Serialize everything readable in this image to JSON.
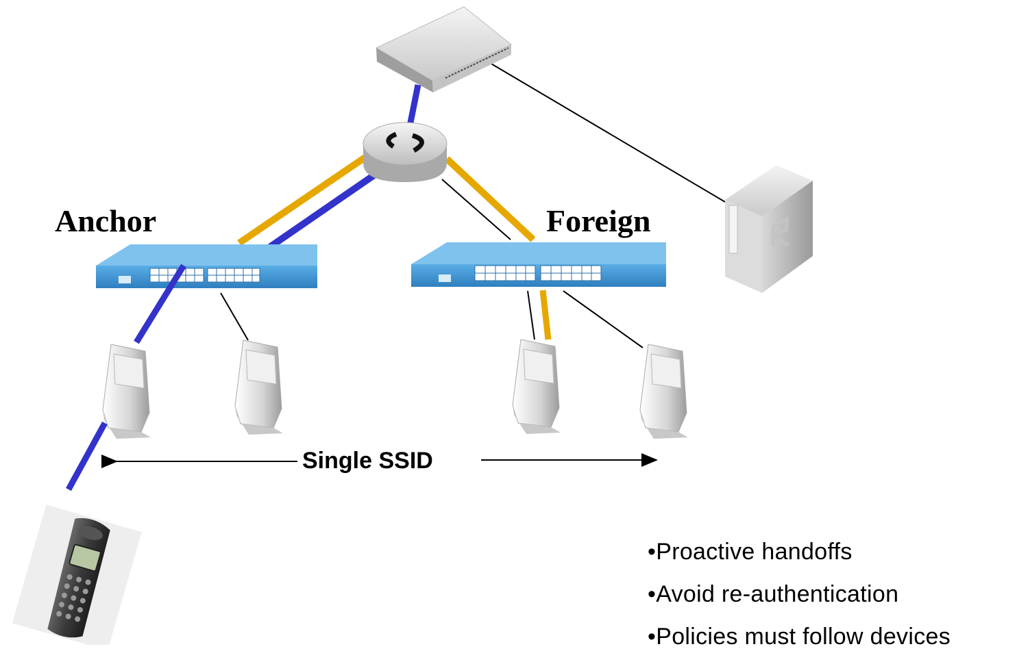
{
  "labels": {
    "anchor": "Anchor",
    "foreign": "Foreign",
    "ssid": "Single SSID"
  },
  "bullets": [
    "Proactive handoffs",
    "Avoid re-authentication",
    "Policies must follow devices"
  ],
  "colors": {
    "blue_path": "#3333cc",
    "gold_path": "#e6a800",
    "switch_blue": "#4a9cd8",
    "link": "#000000"
  },
  "icons": [
    "router-icon",
    "server-icon",
    "ethernet-switch-icon",
    "access-point-icon",
    "wireless-phone-icon",
    "chassis-switch-icon"
  ]
}
